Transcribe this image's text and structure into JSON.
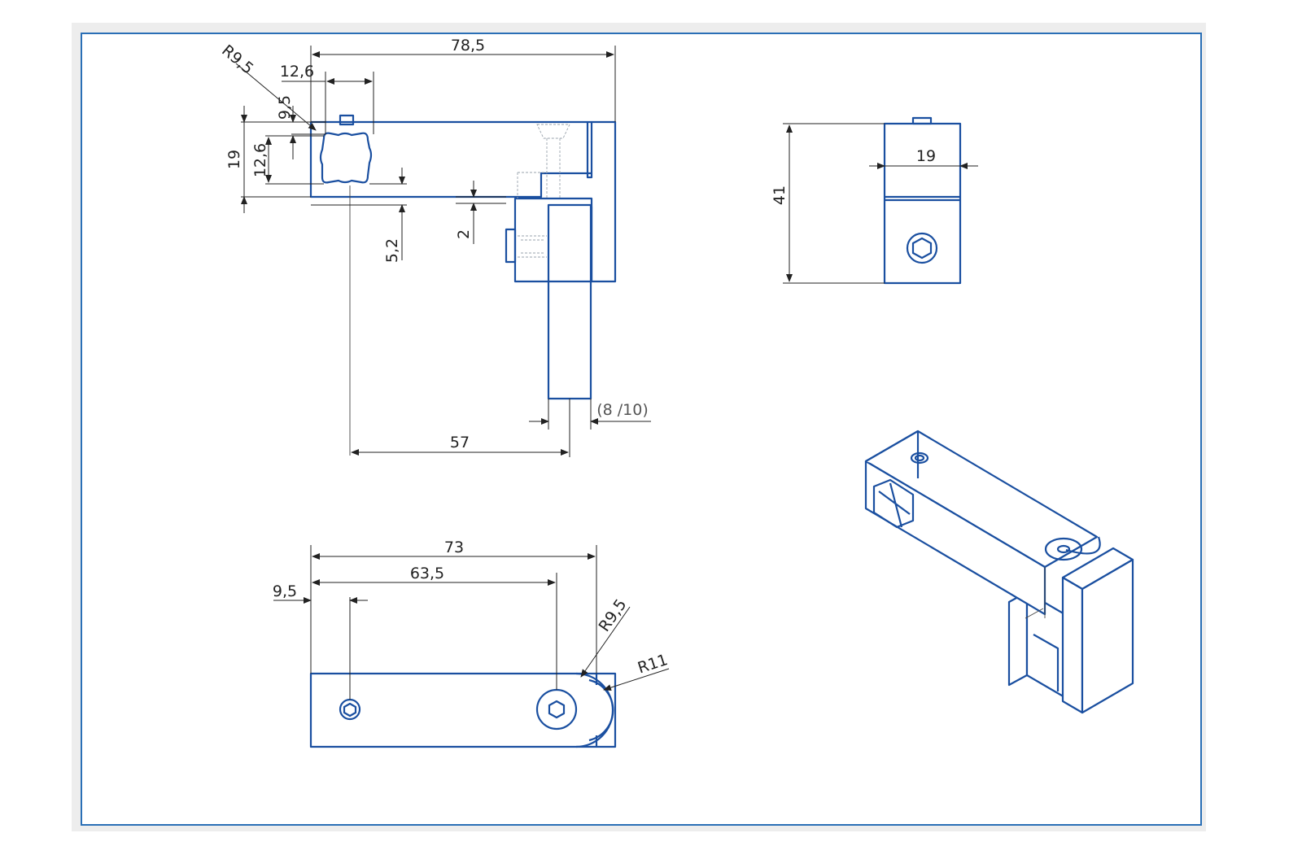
{
  "drawing": {
    "front_view": {
      "dims": {
        "width_total": "78,5",
        "slot_width": "12,6",
        "radius_corner": "R9,5",
        "slot_offset": "9,5",
        "height": "19",
        "slot_height": "12,6",
        "offset_a": "5,2",
        "offset_b": "2",
        "bar_note": "(8 /10)",
        "center_dist": "57"
      }
    },
    "side_view": {
      "dims": {
        "height": "41",
        "width": "19"
      }
    },
    "top_view": {
      "dims": {
        "length": "73",
        "hole_dist": "63,5",
        "hole_offset": "9,5",
        "radius_inner": "R9,5",
        "radius_outer": "R11"
      }
    },
    "colors": {
      "part_line": "#1a4fa0",
      "frame": "#2a6fb6",
      "dim_line": "#222222"
    }
  }
}
